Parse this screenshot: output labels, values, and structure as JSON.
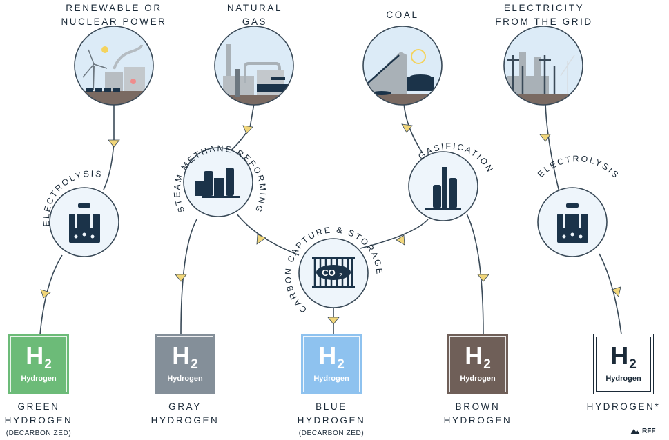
{
  "sources": [
    {
      "id": "renewable",
      "lines": [
        "RENEWABLE OR",
        "NUCLEAR POWER"
      ]
    },
    {
      "id": "natural-gas",
      "lines": [
        "NATURAL",
        "GAS"
      ]
    },
    {
      "id": "coal",
      "lines": [
        "COAL"
      ]
    },
    {
      "id": "grid",
      "lines": [
        "ELECTRICITY",
        "FROM THE GRID"
      ]
    }
  ],
  "processes": {
    "electrolysis_left": "ELECTROLYSIS",
    "smr": "STEAM METHANE REFORMING",
    "gasification": "GASIFICATION",
    "ccs": "CARBON CAPTURE & STORAGE",
    "electrolysis_right": "ELECTROLYSIS",
    "ccs_icon_text": "CO",
    "ccs_icon_sub": "2"
  },
  "outputs": [
    {
      "id": "green",
      "symbol": "H",
      "sub": "2",
      "name": "Hydrogen",
      "lines": [
        "GREEN",
        "HYDROGEN"
      ],
      "note": "(DECARBONIZED)",
      "color": "#6cbb78"
    },
    {
      "id": "gray",
      "symbol": "H",
      "sub": "2",
      "name": "Hydrogen",
      "lines": [
        "GRAY",
        "HYDROGEN"
      ],
      "note": "",
      "color": "#848f99"
    },
    {
      "id": "blue",
      "symbol": "H",
      "sub": "2",
      "name": "Hydrogen",
      "lines": [
        "BLUE",
        "HYDROGEN"
      ],
      "note": "(DECARBONIZED)",
      "color": "#8ec2ef"
    },
    {
      "id": "brown",
      "symbol": "H",
      "sub": "2",
      "name": "Hydrogen",
      "lines": [
        "BROWN",
        "HYDROGEN"
      ],
      "note": "",
      "color": "#6f5f58"
    },
    {
      "id": "generic",
      "symbol": "H",
      "sub": "2",
      "name": "Hydrogen",
      "lines": [
        "HYDROGEN*"
      ],
      "note": "",
      "color": "#ffffff"
    }
  ],
  "logo": {
    "text": "RFF"
  },
  "colors": {
    "line": "#3a4a58",
    "arrow": "#f1d67a",
    "node_fill": "#eef5fb",
    "icon": "#1b3349",
    "ground": "#7a6a62",
    "sky": "#dcebf7"
  }
}
